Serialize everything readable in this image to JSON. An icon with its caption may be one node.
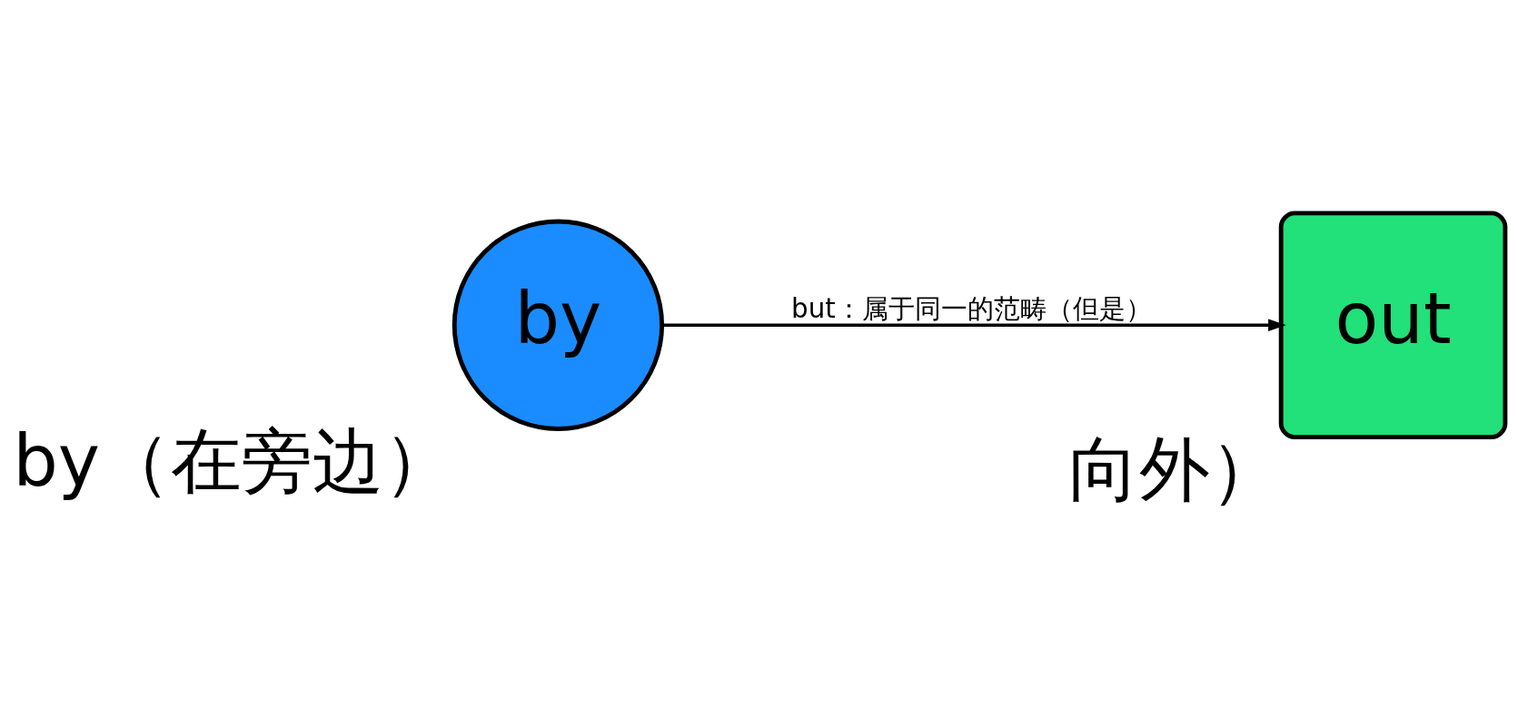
{
  "diagram": {
    "nodes": [
      {
        "text": [
          "by"
        ],
        "beside": [
          "by（在旁边）"
        ]
      },
      {
        "text": [
          "out"
        ],
        "beside": [
          "向外）"
        ]
      }
    ],
    "edges": [
      {
        "from": 0,
        "to": 1,
        "arrow": "to",
        "label": "but：属于同一的范畴（但是）"
      }
    ]
  }
}
